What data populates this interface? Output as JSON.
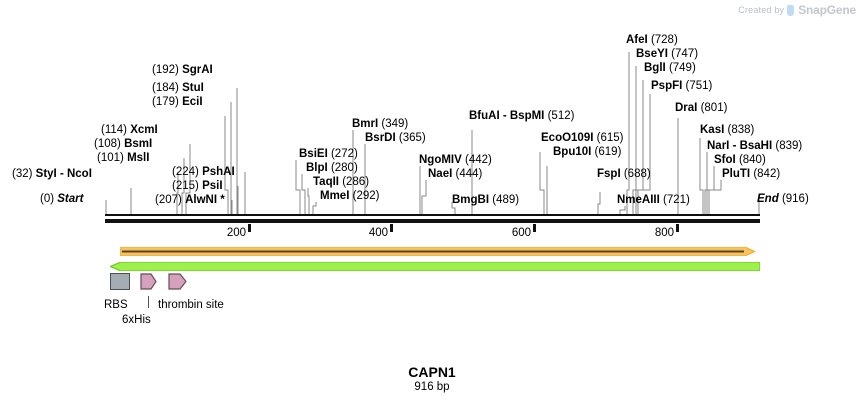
{
  "watermark": {
    "prefix": "Created by",
    "brand": "SnapGene"
  },
  "sequence": {
    "name": "CAPN1",
    "length_label": "916 bp",
    "length": 916
  },
  "backbone": {
    "start_label": "Start",
    "start_pos_label": "(0)",
    "end_label": "End",
    "end_pos_label": "(916)"
  },
  "ruler": {
    "ticks": [
      {
        "label": "200",
        "value": 200
      },
      {
        "label": "400",
        "value": 400
      },
      {
        "label": "600",
        "value": 600
      },
      {
        "label": "800",
        "value": 800
      }
    ]
  },
  "enzyme_labels": [
    {
      "id": "styi-ncoi",
      "pos_label": "(32)",
      "name": "StyI  -  NcoI",
      "site": 32
    },
    {
      "id": "xcmi",
      "pos_label": "(114)",
      "name": "XcmI",
      "site": 114
    },
    {
      "id": "bsmi",
      "pos_label": "(108)",
      "name": "BsmI",
      "site": 108
    },
    {
      "id": "msli",
      "pos_label": "(101)",
      "name": "MslI",
      "site": 101
    },
    {
      "id": "alwni",
      "pos_label": "(207)",
      "name": "AlwNI *",
      "site": 207
    },
    {
      "id": "psii",
      "pos_label": "(215)",
      "name": "PsiI",
      "site": 215
    },
    {
      "id": "pshai",
      "pos_label": "(224)",
      "name": "PshAI",
      "site": 224
    },
    {
      "id": "ecii",
      "pos_label": "(179)",
      "name": "EciI",
      "site": 179
    },
    {
      "id": "stui",
      "pos_label": "(184)",
      "name": "StuI",
      "site": 184
    },
    {
      "id": "sgrai",
      "pos_label": "(192)",
      "name": "SgrAI",
      "site": 192
    },
    {
      "id": "bsiei",
      "pos_label": "(272)",
      "name": "BsiEI",
      "site": 272
    },
    {
      "id": "blpi",
      "pos_label": "(280)",
      "name": "BlpI",
      "site": 280
    },
    {
      "id": "taqii",
      "pos_label": "(286)",
      "name": "TaqII",
      "site": 286
    },
    {
      "id": "mmei",
      "pos_label": "(292)",
      "name": "MmeI",
      "site": 292
    },
    {
      "id": "bmri",
      "pos_label": "(349)",
      "name": "BmrI",
      "site": 349
    },
    {
      "id": "bsrdi",
      "pos_label": "(365)",
      "name": "BsrDI",
      "site": 365
    },
    {
      "id": "ngomiv",
      "pos_label": "(442)",
      "name": "NgoMIV",
      "site": 442
    },
    {
      "id": "naei",
      "pos_label": "(444)",
      "name": "NaeI",
      "site": 444
    },
    {
      "id": "bmgbi",
      "pos_label": "(489)",
      "name": "BmgBI",
      "site": 489
    },
    {
      "id": "bfuai-bspmi",
      "pos_label": "(512)",
      "name": "BfuAI  -  BspMI",
      "site": 512
    },
    {
      "id": "ecoo109i",
      "pos_label": "(615)",
      "name": "EcoO109I",
      "site": 615
    },
    {
      "id": "bpu10i",
      "pos_label": "(619)",
      "name": "Bpu10I",
      "site": 619
    },
    {
      "id": "fspi",
      "pos_label": "(688)",
      "name": "FspI",
      "site": 688
    },
    {
      "id": "nmeaiii",
      "pos_label": "(721)",
      "name": "NmeAIII",
      "site": 721
    },
    {
      "id": "afei",
      "pos_label": "(728)",
      "name": "AfeI",
      "site": 728
    },
    {
      "id": "bseyi",
      "pos_label": "(747)",
      "name": "BseYI",
      "site": 747
    },
    {
      "id": "bgli",
      "pos_label": "(749)",
      "name": "BglI",
      "site": 749
    },
    {
      "id": "pspfi",
      "pos_label": "(751)",
      "name": "PspFI",
      "site": 751
    },
    {
      "id": "drai",
      "pos_label": "(801)",
      "name": "DraI",
      "site": 801
    },
    {
      "id": "kasi",
      "pos_label": "(838)",
      "name": "KasI",
      "site": 838
    },
    {
      "id": "nari-bsahi",
      "pos_label": "(839)",
      "name": "NarI  -  BsaHI",
      "site": 839
    },
    {
      "id": "sfoi",
      "pos_label": "(840)",
      "name": "SfoI",
      "site": 840
    },
    {
      "id": "pluti",
      "pos_label": "(842)",
      "name": "PluTI",
      "site": 842
    }
  ],
  "features": [
    {
      "id": "rbs",
      "label": "RBS",
      "color": "#a4acb4",
      "shape": "box"
    },
    {
      "id": "6xhis",
      "label": "6xHis",
      "color": "#d4a2bd",
      "shape": "arrow"
    },
    {
      "id": "thrombin-site",
      "label": "thrombin site",
      "color": "#d4a2bd",
      "shape": "arrow"
    }
  ],
  "tracks": [
    {
      "id": "orange-track",
      "color": "#f5b944",
      "direction": "right"
    },
    {
      "id": "green-track",
      "color": "#8ae234",
      "direction": "left"
    }
  ]
}
